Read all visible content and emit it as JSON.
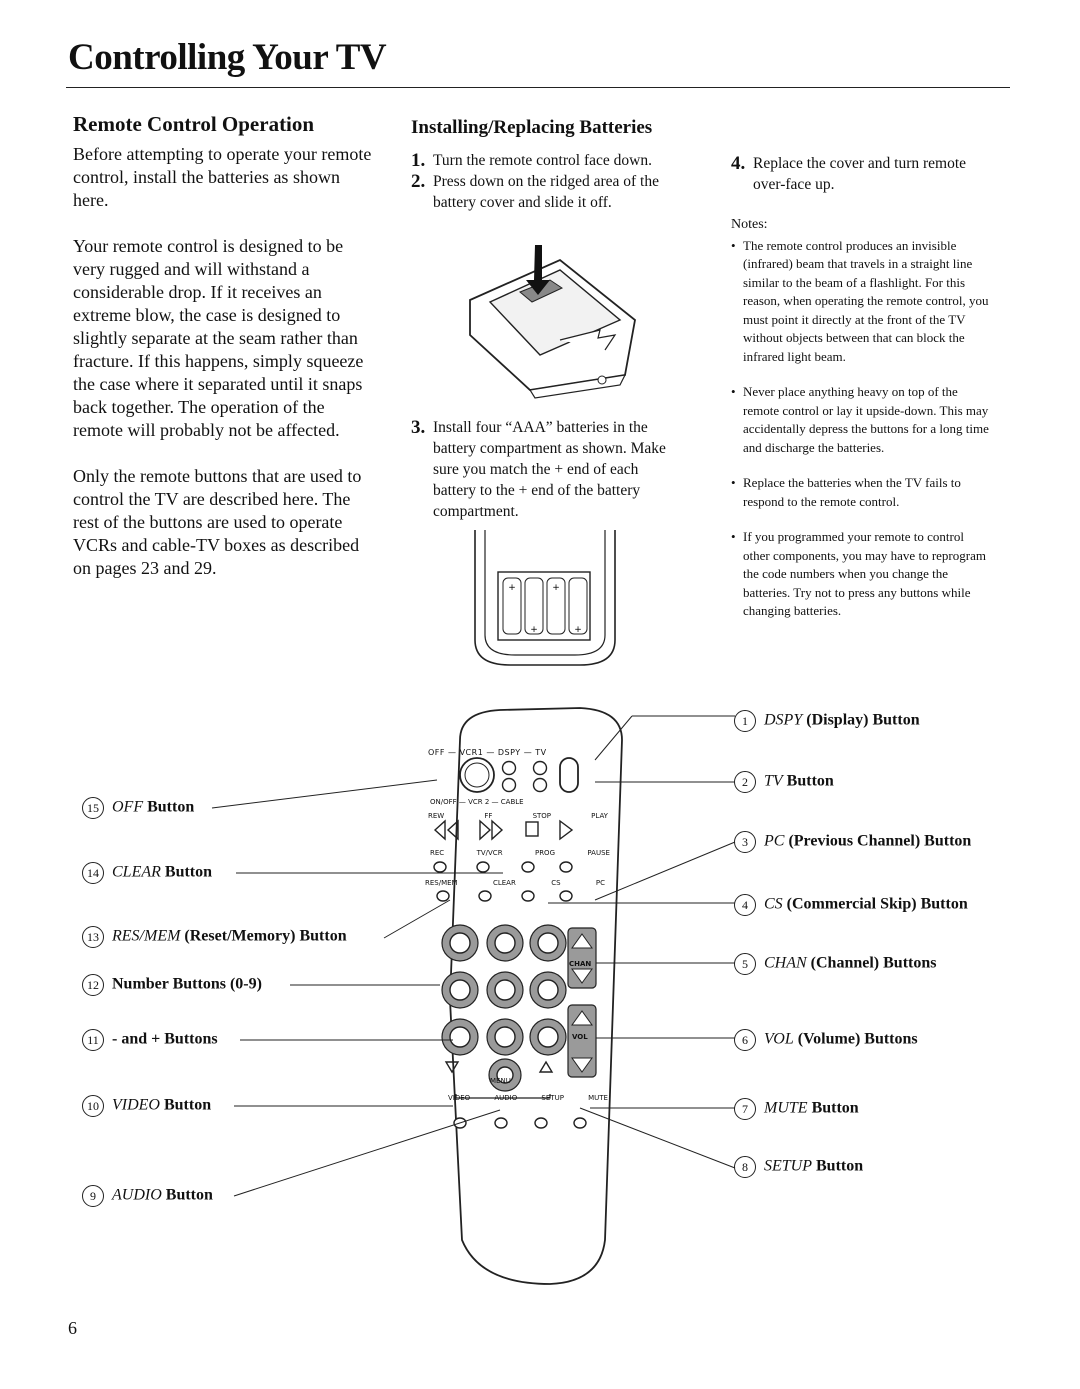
{
  "page": {
    "title": "Controlling Your TV",
    "page_number": "6"
  },
  "left": {
    "heading": "Remote Control Operation",
    "paragraphs": [
      "Before attempting to operate your remote control, install the batteries as shown here.",
      "Your remote control is designed to be very rugged and will withstand a considerable drop. If it receives an extreme blow, the case is designed to slightly separate at the seam rather than fracture. If this happens, simply squeeze the case where it separated until it snaps back together. The operation of the remote will probably not be affected.",
      "Only the remote buttons that are used to control the TV are described here. The rest of the buttons are used to operate VCRs and cable-TV boxes as described on pages 23 and 29."
    ]
  },
  "batteries": {
    "heading": "Installing/Replacing Batteries",
    "steps": [
      {
        "num": "1.",
        "text": "Turn the remote control face down."
      },
      {
        "num": "2.",
        "text": "Press down on the ridged area of the battery cover and slide it off."
      },
      {
        "num": "3.",
        "text": "Install four “AAA” batteries in the battery compartment as shown. Make sure you match the + end of each battery to the + end of the battery compartment."
      },
      {
        "num": "4.",
        "text": "Replace the cover and turn remote over-face up."
      }
    ]
  },
  "notes": {
    "heading": "Notes:",
    "items": [
      "The remote control produces an invisible (infrared) beam that travels in a straight line similar to the beam of a flashlight. For this reason, when operating the remote control, you must point it directly at the front of the TV without objects between that can block the infrared light beam.",
      "Never place anything heavy on top of the remote control or lay it upside-down. This may accidentally depress the buttons for a long time and discharge the batteries.",
      "Replace the batteries when the TV fails to respond to the remote control.",
      "If you programmed your remote to control other components, you may have to reprogram the code numbers when you change the batteries. Try not to press any buttons while changing batteries."
    ]
  },
  "remote": {
    "switch_label": "OFF — VCR1 — DSPY — TV",
    "switch_label2": "ON/OFF — VCR 2 — CABLE",
    "row1": [
      "REW",
      "FF",
      "STOP",
      "PLAY"
    ],
    "row2": [
      "REC",
      "TV/VCR",
      "PROG",
      "PAUSE"
    ],
    "row3": [
      "RES/MEM",
      "CLEAR",
      "CS",
      "PC"
    ],
    "chan": "CHAN",
    "vol": "VOL",
    "menu": "MENU",
    "row4": [
      "VIDEO",
      "AUDIO",
      "SETUP",
      "MUTE"
    ]
  },
  "callouts_right": [
    {
      "n": "1",
      "italic": "DSPY",
      "rest": " (Display) Button"
    },
    {
      "n": "2",
      "italic": "TV",
      "rest": " Button"
    },
    {
      "n": "3",
      "italic": "PC",
      "rest": " (Previous Channel) Button"
    },
    {
      "n": "4",
      "italic": "CS",
      "rest": " (Commercial Skip) Button"
    },
    {
      "n": "5",
      "italic": "CHAN",
      "rest": " (Channel) Buttons"
    },
    {
      "n": "6",
      "italic": "VOL",
      "rest": " (Volume) Buttons"
    },
    {
      "n": "7",
      "italic": "MUTE",
      "rest": " Button"
    },
    {
      "n": "8",
      "italic": "SETUP",
      "rest": " Button"
    }
  ],
  "callouts_left": [
    {
      "n": "15",
      "italic": "OFF",
      "rest": " Button"
    },
    {
      "n": "14",
      "italic": "CLEAR",
      "rest": " Button"
    },
    {
      "n": "13",
      "italic": "RES/MEM",
      "rest": " (Reset/Memory) Button"
    },
    {
      "n": "12",
      "italic": "",
      "rest": "Number Buttons (0-9)"
    },
    {
      "n": "11",
      "italic": "",
      "rest": "- and + Buttons"
    },
    {
      "n": "10",
      "italic": "VIDEO",
      "rest": " Button"
    },
    {
      "n": "9",
      "italic": "AUDIO",
      "rest": " Button"
    }
  ]
}
